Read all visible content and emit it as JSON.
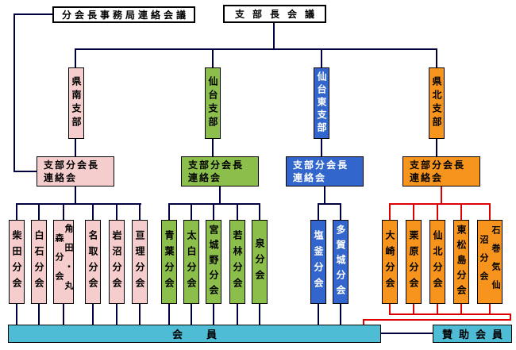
{
  "top": {
    "secretariat_meeting": "分会長事務局連絡会議",
    "branch_chiefs_meeting": "支部長会議"
  },
  "council_label": {
    "line1": "支部分会長",
    "line2": "連絡会"
  },
  "branches": [
    {
      "name": "県南支部",
      "color": "#f6cdcd",
      "line_color": "#000040",
      "divisions": [
        "柴田分会",
        "白石分会",
        "角田・丸森分会",
        "名取分会",
        "岩沼分会",
        "亘理分会"
      ]
    },
    {
      "name": "仙台支部",
      "color": "#8cbe4c",
      "line_color": "#000040",
      "divisions": [
        "青葉分会",
        "太白分会",
        "宮城野分会",
        "若林分会",
        "泉分会"
      ]
    },
    {
      "name": "仙台東支部",
      "color": "#3366cc",
      "line_color": "#000040",
      "divisions": [
        "塩釜分会",
        "多賀城分会"
      ]
    },
    {
      "name": "県北支部",
      "color": "#f7941d",
      "line_color": "#dd0000",
      "divisions": [
        "大崎分会",
        "栗原分会",
        "仙北分会",
        "東松島分会",
        "石巻気仙沼分会"
      ]
    }
  ],
  "bottom": {
    "members": "会員",
    "supporting_members": "賛助会員",
    "color": "#4fbcd6"
  },
  "colors": {
    "default_line": "#000040",
    "highlight_line": "#dd0000"
  }
}
